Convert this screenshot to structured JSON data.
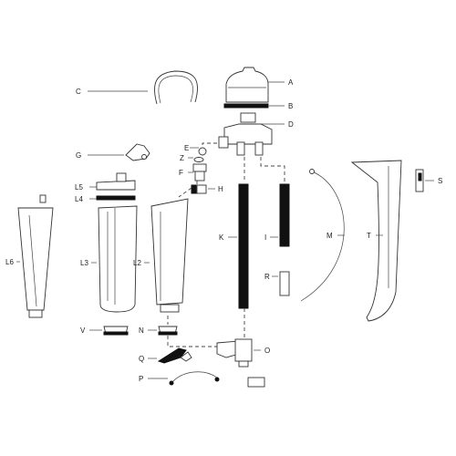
{
  "labels": {
    "A": "A",
    "B": "B",
    "C": "C",
    "D": "D",
    "E": "E",
    "Z": "Z",
    "F": "F",
    "G": "G",
    "H": "H",
    "L5": "L5",
    "L4": "L4",
    "S": "S",
    "L6": "L6",
    "L3": "L3",
    "L2": "L2",
    "K": "K",
    "I": "I",
    "M": "M",
    "T": "T",
    "R": "R",
    "V": "V",
    "N": "N",
    "O": "O",
    "Q": "Q",
    "P": "P"
  },
  "colors": {
    "line": "#444444",
    "dark_part": "#111111",
    "background": "#ffffff"
  }
}
